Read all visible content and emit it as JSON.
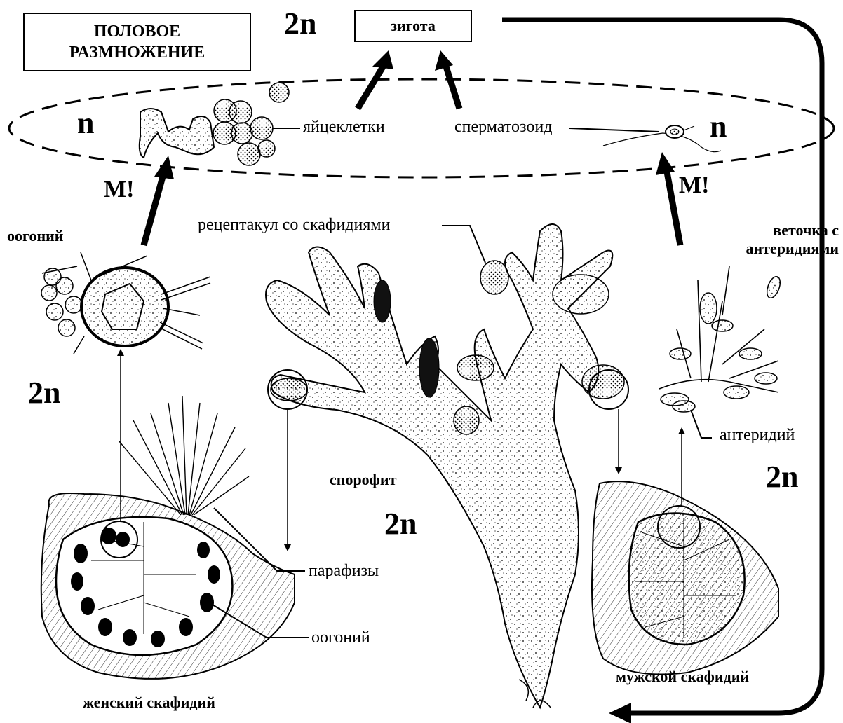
{
  "title": {
    "line1": "ПОЛОВОЕ",
    "line2": "РАЗМНОЖЕНИЕ"
  },
  "zygote": {
    "ploidy": "2n",
    "label": "зигота"
  },
  "haploid_phase": {
    "ploidy_left": "n",
    "ploidy_right": "n",
    "eggs_label": "яйцеклетки",
    "sperm_label": "сперматозоид"
  },
  "meiosis": {
    "left": "М!",
    "right": "М!"
  },
  "left_side": {
    "oogonium_top_label": "оогоний",
    "ploidy": "2n",
    "paraphyses_label": "парафизы",
    "oogonium_label": "оогоний",
    "female_label": "женский скафидий"
  },
  "center": {
    "receptacle_label": "рецептакул со скафидиями",
    "sporophyte_label": "спорофит",
    "ploidy": "2n"
  },
  "right_side": {
    "branch_label_line1": "веточка с",
    "branch_label_line2": "антеридиями",
    "antheridium_label": "антеридий",
    "ploidy": "2n",
    "male_label": "мужской скафидий"
  }
}
